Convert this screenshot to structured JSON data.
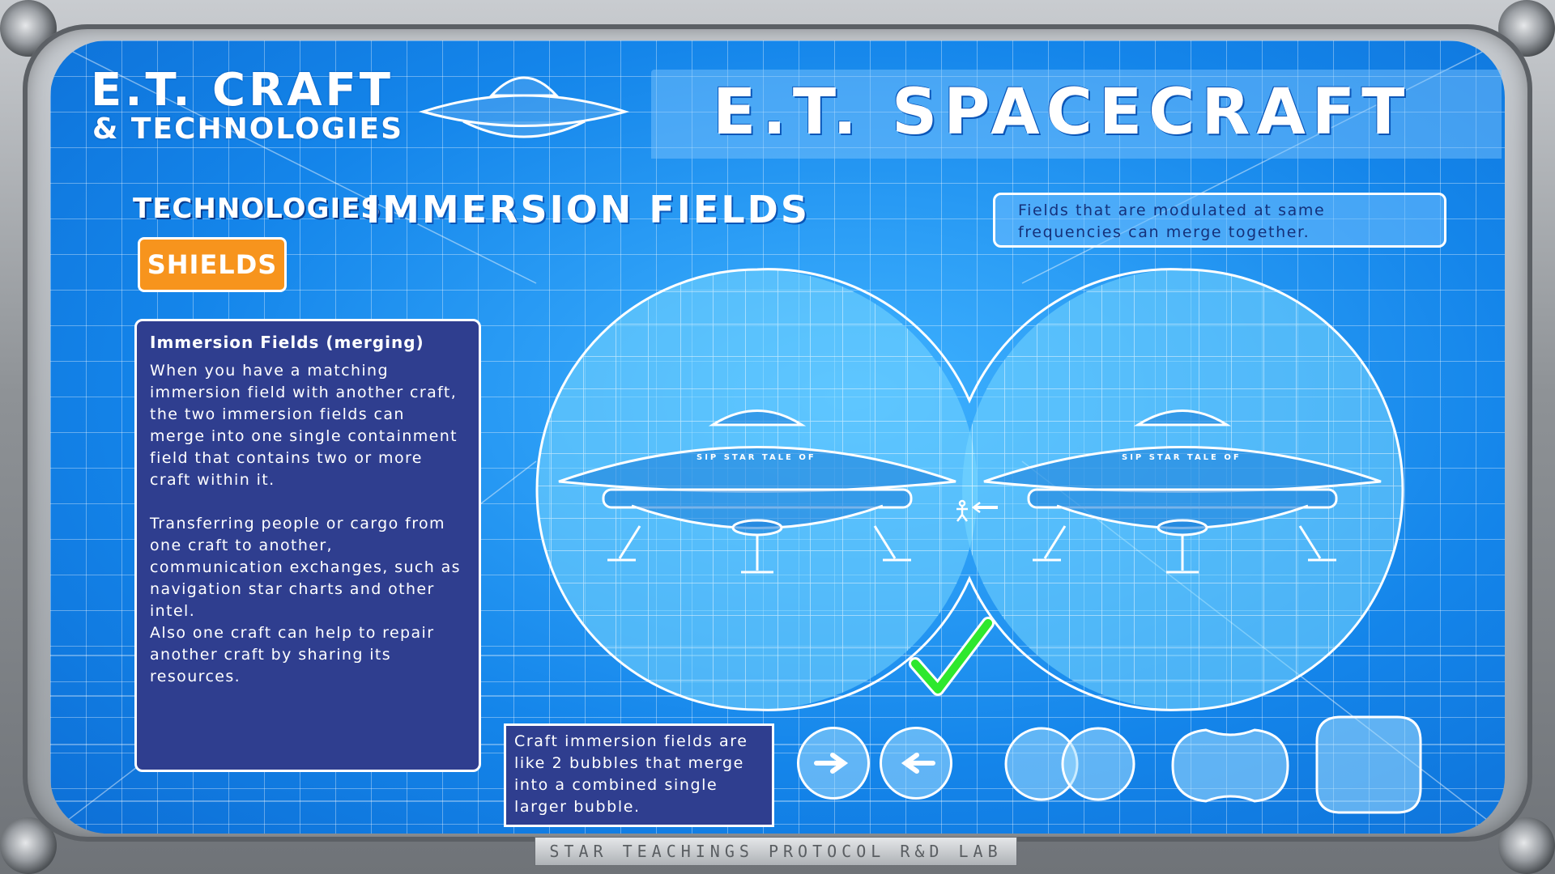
{
  "brand": {
    "title": "E.T. CRAFT",
    "subtitle": "& TECHNOLOGIES"
  },
  "header": {
    "title": "E.T. SPACECRAFT"
  },
  "section": {
    "category": "TECHNOLOGIES",
    "topic": "IMMERSION FIELDS"
  },
  "tabs": {
    "shields_label": "SHIELDS"
  },
  "info_panel": {
    "heading": "Immersion Fields (merging)",
    "paragraph1": "When you have a matching immersion field with another craft, the two immersion fields can merge into one single containment field that contains two or more craft within it.",
    "paragraph2": "Transferring people or cargo from one craft to another, communication exchanges, such as navigation star charts and other intel.",
    "paragraph3": "Also one craft can help to repair another craft by sharing its resources."
  },
  "note": {
    "text": "Fields that are modulated at same frequencies can merge together."
  },
  "diagram": {
    "craft_label": "SIP STAR TALE OF",
    "check_color": "#2ee82e"
  },
  "caption": {
    "text": "Craft immersion fields are like 2 bubbles that merge into a combined single larger bubble."
  },
  "nav": {
    "next_icon": "arrow-right-icon",
    "prev_icon": "arrow-left-icon"
  },
  "footer": {
    "label": "STAR TEACHINGS PROTOCOL R&D LAB"
  },
  "colors": {
    "display_bg": "#1a8ff0",
    "panel_bg": "#2f3e8f",
    "accent_orange": "#f7941d"
  }
}
